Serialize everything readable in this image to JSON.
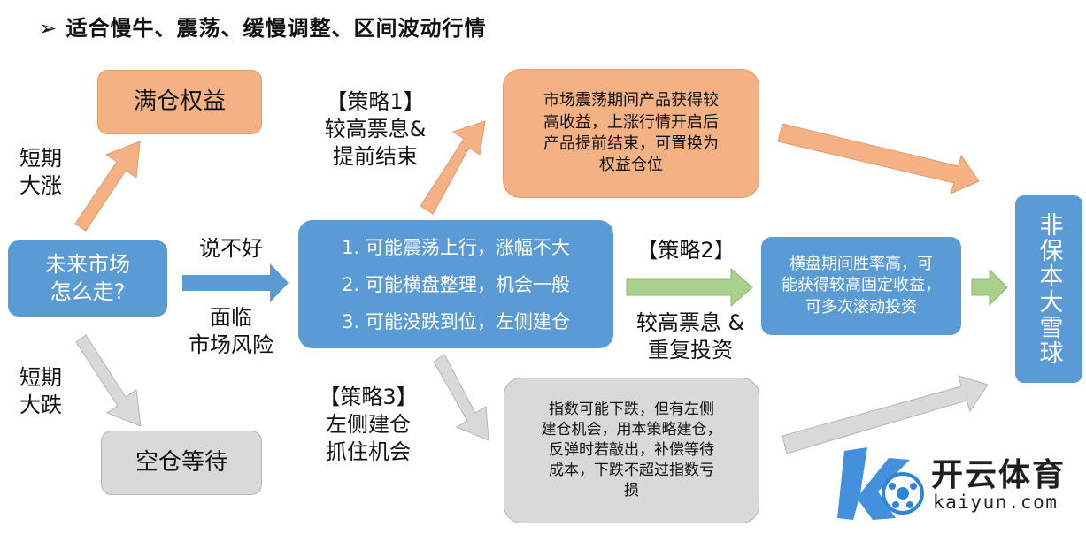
{
  "title": "适合慢牛、震荡、缓慢调整、区间波动行情",
  "title_marker": "➢",
  "colors": {
    "orange": "#f4b183",
    "blue": "#5b9bd5",
    "gray": "#d9d9d9",
    "green": "#a9d18e"
  },
  "nodes": {
    "future_market": "未来市场\n怎么走?",
    "full_equity": "满仓权益",
    "empty_wait": "空仓等待",
    "scenarios": [
      "1. 可能震荡上行，涨幅不大",
      "2. 可能横盘整理，机会一般",
      "3. 可能没跌到位，左侧建仓"
    ],
    "strategy1_detail": "市场震荡期间产品获得较\n高收益，上涨行情开启后\n产品提前结束，可置换为\n权益仓位",
    "strategy2_detail": "横盘期间胜率高，可\n能获得较高固定收益，\n可多次滚动投资",
    "strategy3_detail": "指数可能下跌，但有左侧\n建仓机会，用本策略建仓，\n反弹时若敲出，补偿等待\n成本，下跌不超过指数亏\n损",
    "result": "非保本大雪球"
  },
  "labels": {
    "short_rise": "短期\n大涨",
    "short_fall": "短期\n大跌",
    "unclear": "说不好",
    "face_risk": "面临\n市场风险",
    "strategy1": "【策略1】\n较高票息&\n提前结束",
    "strategy2_title": "【策略2】",
    "strategy2_sub": "较高票息 &\n重复投资",
    "strategy3": "【策略3】\n左侧建仓\n抓住机会"
  },
  "watermark": {
    "brand": "开云体育",
    "url": "kaiyun.com",
    "logo_letter": "K"
  },
  "icons": [
    "arrow-icon",
    "soccer-ball-icon"
  ]
}
